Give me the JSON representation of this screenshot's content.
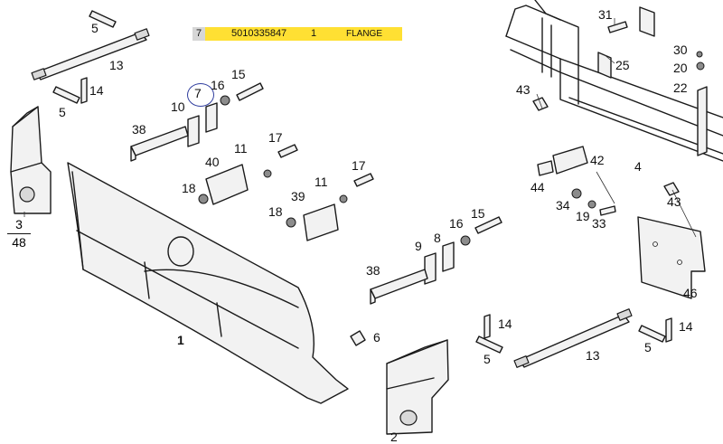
{
  "highlight": {
    "ref": "7",
    "part_number": "5010335847",
    "qty": "1",
    "description": "FLANGE"
  },
  "circled_label": "7",
  "fraction": {
    "numerator": "3",
    "denominator": "48"
  },
  "labels": {
    "l1": "1",
    "l2": "2",
    "l4": "4",
    "l5a": "5",
    "l5b": "5",
    "l5c": "5",
    "l5d": "5",
    "l6": "6",
    "l8": "8",
    "l9": "9",
    "l10": "10",
    "l11a": "11",
    "l11b": "11",
    "l13a": "13",
    "l13b": "13",
    "l14a": "14",
    "l14b": "14",
    "l14c": "14",
    "l15a": "15",
    "l15b": "15",
    "l16a": "16",
    "l16b": "16",
    "l17a": "17",
    "l17b": "17",
    "l18a": "18",
    "l18b": "18",
    "l19": "19",
    "l20": "20",
    "l22": "22",
    "l25": "25",
    "l30": "30",
    "l31": "31",
    "l33": "33",
    "l34": "34",
    "l38a": "38",
    "l38b": "38",
    "l39": "39",
    "l40": "40",
    "l42": "42",
    "l43a": "43",
    "l43b": "43",
    "l44": "44",
    "l46": "46"
  }
}
